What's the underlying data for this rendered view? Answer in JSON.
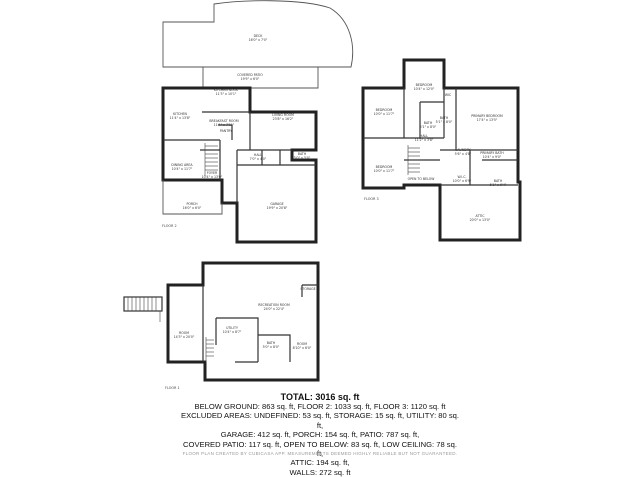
{
  "floors": [
    {
      "label": "FLOOR 2",
      "rooms": [
        {
          "id": "deck",
          "name": "DECK",
          "dims": "16'0\" x 7'0\""
        },
        {
          "id": "covered-patio",
          "name": "COVERED PATIO",
          "dims": "19'9\" x 6'0\""
        },
        {
          "id": "kitchen",
          "name": "KITCHEN",
          "dims": "11'4\" x 13'8\""
        },
        {
          "id": "kitchen-nook",
          "name": "KITCHEN NOOK",
          "dims": "11'3\" x 10'1\""
        },
        {
          "id": "breakfast-room",
          "name": "BREAKFAST ROOM",
          "dims": "11'4\" x 7'11\""
        },
        {
          "id": "living-room",
          "name": "LIVING ROOM",
          "dims": "23'8\" x 16'2\""
        },
        {
          "id": "pantry",
          "name": "PANTRY",
          "dims": ""
        },
        {
          "id": "dining-area",
          "name": "DINING AREA",
          "dims": "10'4\" x 11'7\""
        },
        {
          "id": "foyer",
          "name": "FOYER",
          "dims": "10'4\" x 13'0\""
        },
        {
          "id": "hall",
          "name": "HALL",
          "dims": "7'0\" x 4'0\""
        },
        {
          "id": "bath-f2",
          "name": "BATH",
          "dims": "5'0\" x 5'0\""
        },
        {
          "id": "porch",
          "name": "PORCH",
          "dims": "16'0\" x 6'0\""
        },
        {
          "id": "garage",
          "name": "GARAGE",
          "dims": "19'9\" x 20'8\""
        }
      ]
    },
    {
      "label": "FLOOR 3",
      "rooms": [
        {
          "id": "bedroom-top",
          "name": "BEDROOM",
          "dims": "10'4\" x 12'0\""
        },
        {
          "id": "wic",
          "name": "WIC",
          "dims": ""
        },
        {
          "id": "bedroom-left",
          "name": "BEDROOM",
          "dims": "10'0\" x 11'7\""
        },
        {
          "id": "bath-f3a",
          "name": "BATH",
          "dims": "5'1\" x 8'0\""
        },
        {
          "id": "bath-f3b",
          "name": "BATH",
          "dims": "5'1\" x 8'0\""
        },
        {
          "id": "primary-bedroom",
          "name": "PRIMARY BEDROOM",
          "dims": "17'4\" x 13'5\""
        },
        {
          "id": "hall-f3",
          "name": "HALL",
          "dims": "11'2\" x 3'8\""
        },
        {
          "id": "bedroom-lower",
          "name": "BEDROOM",
          "dims": "10'0\" x 11'7\""
        },
        {
          "id": "laundry",
          "name": "LAUNDRY",
          "dims": "5'6\" x 4'8\""
        },
        {
          "id": "primary-bath",
          "name": "PRIMARY BATH",
          "dims": "10'4\" x 9'0\""
        },
        {
          "id": "open-to-below",
          "name": "OPEN TO BELOW",
          "dims": ""
        },
        {
          "id": "w-i-c",
          "name": "W.I.C.",
          "dims": "10'0\" x 6'9\""
        },
        {
          "id": "bath-f3c",
          "name": "BATH",
          "dims": "5'1\" x 6'4\""
        },
        {
          "id": "attic",
          "name": "ATTIC",
          "dims": "20'0\" x 13'0\""
        }
      ]
    },
    {
      "label": "FLOOR 1",
      "rooms": [
        {
          "id": "storage",
          "name": "STORAGE",
          "dims": ""
        },
        {
          "id": "recreation-room",
          "name": "RECREATION ROOM",
          "dims": "24'0\" x 22'4\""
        },
        {
          "id": "utility",
          "name": "UTILITY",
          "dims": "10'4\" x 8'7\""
        },
        {
          "id": "room",
          "name": "ROOM",
          "dims": "14'3\" x 20'0\""
        },
        {
          "id": "bath-f1",
          "name": "BATH",
          "dims": "5'0\" x 8'0\""
        },
        {
          "id": "room-small",
          "name": "ROOM",
          "dims": "8'10\" x 6'0\""
        }
      ]
    }
  ],
  "summary": {
    "total": "TOTAL: 3016 sq. ft",
    "lines": [
      "BELOW GROUND: 863 sq. ft, FLOOR 2: 1033 sq. ft, FLOOR 3: 1120 sq. ft",
      "EXCLUDED AREAS: UNDEFINED: 53 sq. ft, STORAGE: 15 sq. ft, UTILITY: 80 sq. ft,",
      "GARAGE: 412 sq. ft, PORCH: 154 sq. ft, PATIO: 787 sq. ft,",
      "COVERED PATIO: 117 sq. ft, OPEN TO BELOW: 83 sq. ft, LOW CEILING: 78 sq. ft,",
      "ATTIC: 194 sq. ft,",
      "WALLS: 272 sq. ft"
    ]
  },
  "footer": "FLOOR PLAN CREATED BY CUBICASA APP. MEASUREMENTS DEEMED HIGHLY RELIABLE BUT NOT GUARANTEED."
}
